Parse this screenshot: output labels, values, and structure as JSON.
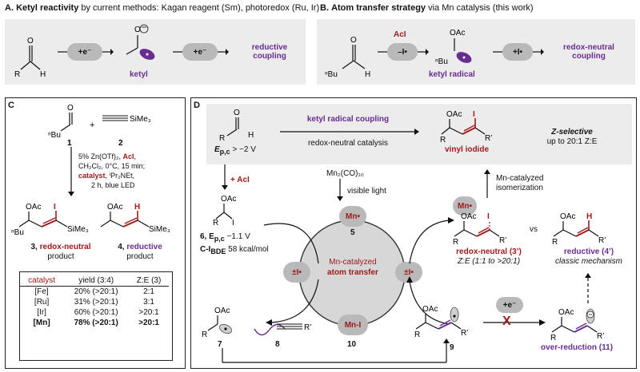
{
  "panelA": {
    "letter": "A.",
    "title_bold": "Ketyl reactivity",
    "title_rest": " by current methods: Kagan reagent (Sm), photoredox (Ru, Ir)",
    "step1": "+e⁻",
    "step2": "+e⁻",
    "ketyl": "ketyl",
    "product": "reductive\ncoupling",
    "atom_R": "R",
    "atom_H": "H",
    "atom_O": "O"
  },
  "panelB": {
    "letter": "B.",
    "title_bold": "Atom transfer strategy",
    "title_rest": " via Mn catalysis (this work)",
    "reagent": "AcI",
    "step1": "–I•",
    "step2": "+I•",
    "ketyl_radical": "ketyl radical",
    "product": "redox-neutral\ncoupling",
    "nBu": "ⁿBu",
    "OAc": "OAc",
    "atom_O": "O",
    "atom_H": "H"
  },
  "panelC": {
    "letter": "C",
    "sm1_label": "1",
    "sm2_label": "2",
    "plus": "+",
    "SiMe3": "SiMe₃",
    "nBu": "ⁿBu",
    "cond1": "5% Zn(OTf)₂, ",
    "cond1_acI": "AcI",
    "cond1_end": ",",
    "cond2": "CH₂Cl₂, 0°C, 15 min;",
    "cond3_cat": "catalyst",
    "cond3_rest": ", ⁱPr₂NEt,",
    "cond4": "2 h, blue LED",
    "prod3_num": "3, ",
    "prod3_name": "redox-neutral",
    "prod3_sub": "product",
    "prod4_num": "4, ",
    "prod4_name": "reductive",
    "prod4_sub": "product",
    "OAc": "OAc",
    "I": "I",
    "H": "H",
    "table": {
      "headers": [
        "catalyst",
        "yield (3:4)",
        "Z:E (3)"
      ],
      "rows": [
        [
          "[Fe]",
          "20% (>20:1)",
          "2:1"
        ],
        [
          "[Ru]",
          "31% (>20:1)",
          "3:1"
        ],
        [
          "[Ir]",
          "60% (>20:1)",
          ">20:1"
        ],
        [
          "[Mn]",
          "78% (>20:1)",
          ">20:1"
        ]
      ]
    }
  },
  "panelD": {
    "letter": "D",
    "arrow_top": "ketyl radical coupling",
    "arrow_bottom": "redox-neutral catalysis",
    "epc_start": "E",
    "epc_sub": "p,c",
    "epc_val": " > −2 V",
    "vinyl_iodide": "vinyl iodide",
    "zsel": "Z-selective",
    "zsel_line2": "up to 20:1 Z:E",
    "mn2co10": "Mn₂(CO)₁₀",
    "visible_light": "visible light",
    "acI_add": "+ AcI",
    "cmpd6": "6, E",
    "cmpd6_val": " −1.1 V",
    "cmpd6_bde": "C-I",
    "cmpd6_bde_sub": "BDE",
    "cmpd6_bde_val": " 58 kcal/mol",
    "cycle_line1": "Mn-catalyzed",
    "cycle_line2": "atom transfer",
    "mn_dot": "Mn•",
    "mn_i": "Mn-I",
    "pm_i": "±I•",
    "num5": "5",
    "num7": "7",
    "num8": "8",
    "num9": "9",
    "num10": "10",
    "mn_isom1": "Mn-catalyzed",
    "mn_isom2": "isomerization",
    "rn_label": "redox-neutral (3’)",
    "rn_ratio": "Z:E (1:1 to >20:1)",
    "vs": "vs",
    "red_label": "reductive (4’)",
    "red_sub": "classic mechanism",
    "over_red": "over-reduction (11)",
    "e_add": "+e⁻",
    "cross": "X",
    "OAc": "OAc",
    "R": "R",
    "Rp": "R’",
    "I": "I",
    "H": "H",
    "O": "O"
  },
  "colors": {
    "purple": "#6a2c91",
    "red": "#a01a1a",
    "gray_box": "#ececec",
    "pill": "#b9b9b9"
  }
}
